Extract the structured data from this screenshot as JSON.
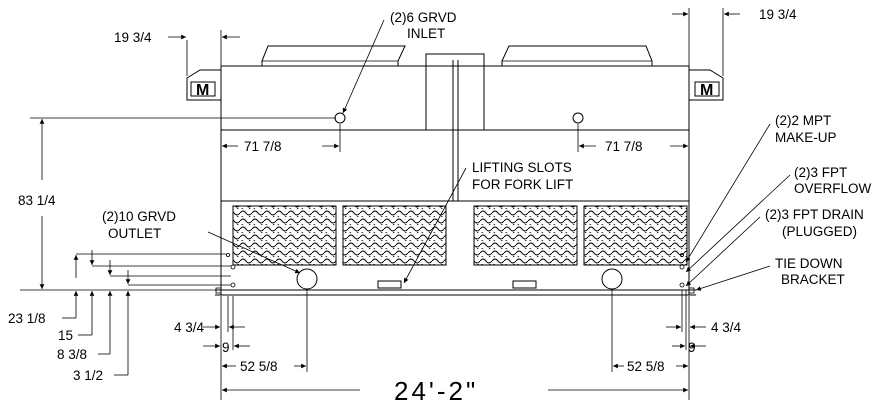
{
  "labels": {
    "inlet_line1": "(2)6 GRVD",
    "inlet_line2": "INLET",
    "side_left": "19 3/4",
    "side_right": "19 3/4",
    "width_left": "71 7/8",
    "width_right": "71 7/8",
    "lifting_line1": "LIFTING SLOTS",
    "lifting_line2": "FOR FORK LIFT",
    "height_total": "83 1/4",
    "outlet_line1": "(2)10 GRVD",
    "outlet_line2": "OUTLET",
    "makeup_line1": "(2)2 MPT",
    "makeup_line2": "MAKE-UP",
    "overflow_line1": "(2)3 FPT",
    "overflow_line2": "OVERFLOW",
    "drain_line1": "(2)3 FPT DRAIN",
    "drain_line2": "(PLUGGED)",
    "tiedown_line1": "TIE DOWN",
    "tiedown_line2": "BRACKET",
    "h_23": "23 1/8",
    "h_15": "15",
    "h_8": "8 3/8",
    "h_3": "3 1/2",
    "edge_left": "4 3/4",
    "edge_right": "4 3/4",
    "nine_left": "9",
    "nine_right": "9",
    "outlet_left": "52 5/8",
    "outlet_right": "52 5/8",
    "overall": "24'-2\"",
    "motor_left": "M",
    "motor_right": "M"
  }
}
